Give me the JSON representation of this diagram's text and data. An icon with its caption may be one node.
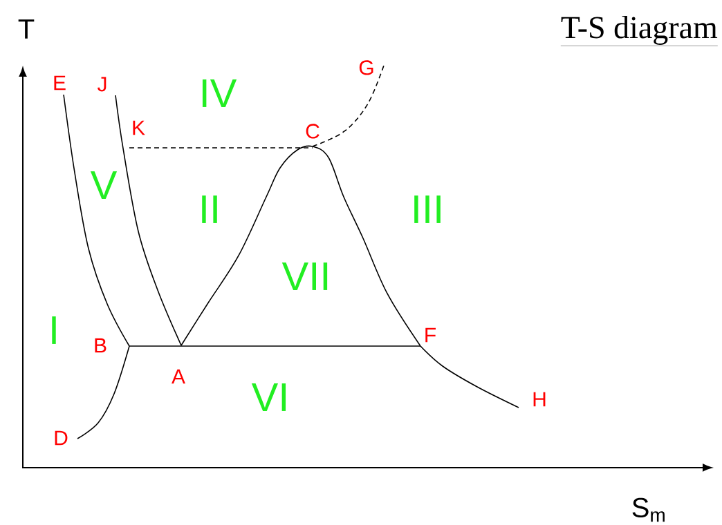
{
  "diagram": {
    "title": "T-S diagram",
    "labels": [
      "T",
      "G",
      "E",
      "J",
      "IV",
      "K",
      "C",
      "V",
      "II",
      "III",
      "VII",
      "I",
      "B",
      "F",
      "A",
      "VI",
      "H",
      "D",
      "S$_{m}$"
    ]
  }
}
